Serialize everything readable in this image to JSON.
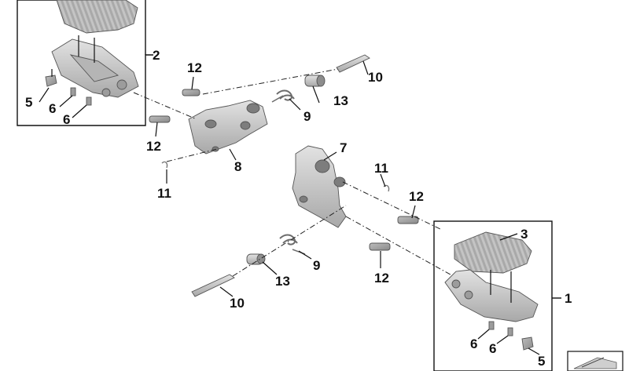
{
  "diagram": {
    "callouts": {
      "footrest_plate_right": "1",
      "footrest_plate_left": "2",
      "rubber_pad_right": "3",
      "screw_left": "5",
      "screw_right": "5",
      "bolt_left_a": "6",
      "bolt_left_b": "6",
      "bolt_right_a": "6",
      "bolt_right_b": "6",
      "bracket_right": "7",
      "bracket_left": "8",
      "spring_left": "9",
      "spring_right": "9",
      "pin_left": "10",
      "pin_right": "10",
      "clip_left": "11",
      "clip_right": "11",
      "bolt12_a": "12",
      "bolt12_b": "12",
      "bolt12_c": "12",
      "bolt12_d": "12",
      "bushing_left": "13",
      "bushing_right": "13"
    },
    "colors": {
      "part_fill": "#c9c9c9",
      "part_shade": "#9d9d9d",
      "line": "#111111"
    },
    "icons": [
      "footrest-assembly-icon"
    ]
  }
}
